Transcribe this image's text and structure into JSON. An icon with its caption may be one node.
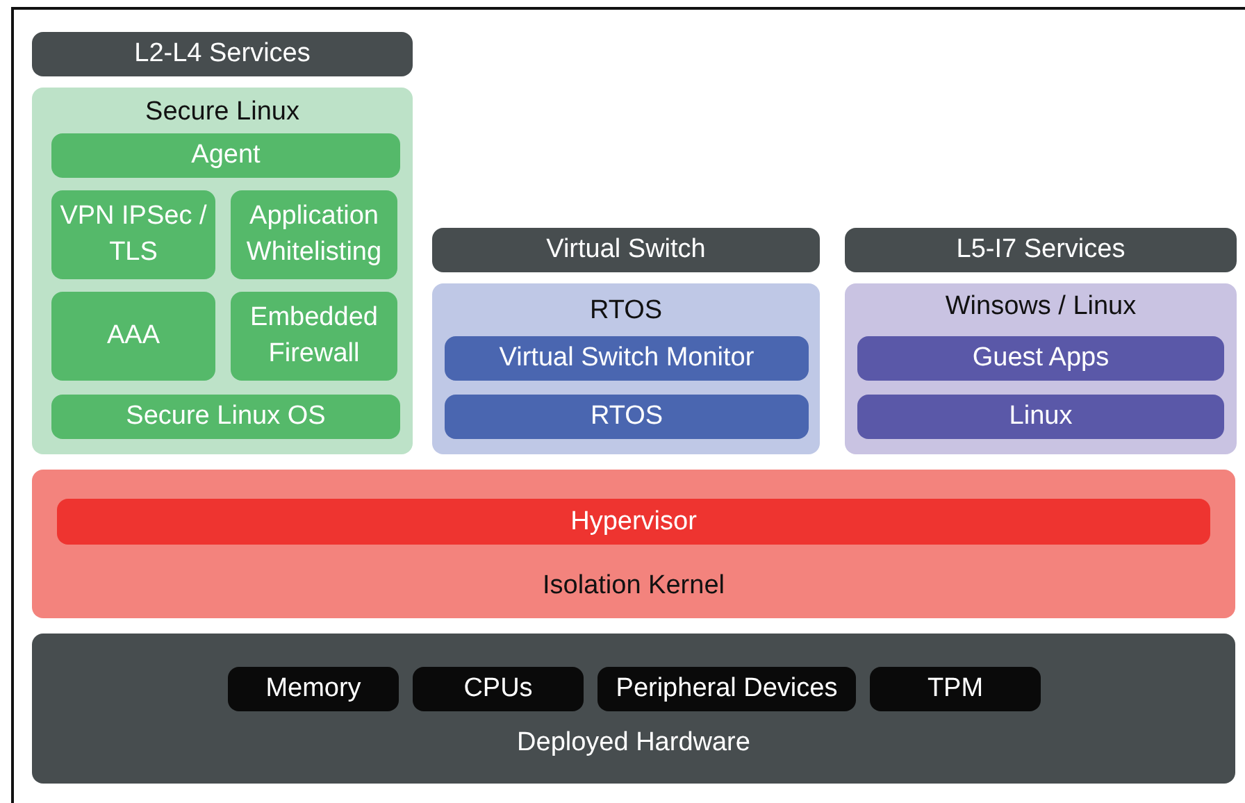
{
  "diagram": {
    "nodes": [
      {
        "text": [
          "L2-L4 Services"
        ]
      },
      {
        "text": [
          "Secure Linux"
        ]
      },
      {
        "text": [
          "Agent"
        ],
        "in": 1
      },
      {
        "text": [
          "VPN IPSec / TLS"
        ],
        "in": 1
      },
      {
        "text": [
          "Application Whitelisting"
        ],
        "in": 1
      },
      {
        "text": [
          "AAA"
        ],
        "in": 1
      },
      {
        "text": [
          "Embedded Firewall"
        ],
        "in": 1
      },
      {
        "text": [
          "Secure Linux OS"
        ],
        "in": 1
      },
      {
        "text": [
          "Virtual Switch"
        ]
      },
      {
        "text": [
          "L5-I7 Services"
        ]
      },
      {
        "text": [
          "RTOS"
        ]
      },
      {
        "text": [
          "Virtual Switch Monitor"
        ],
        "in": 10
      },
      {
        "text": [
          "RTOS"
        ],
        "in": 10
      },
      {
        "text": [
          "Winsows / Linux"
        ]
      },
      {
        "text": [
          "Guest Apps"
        ],
        "in": 13
      },
      {
        "text": [
          "Linux"
        ],
        "in": 13
      },
      {
        "text": [
          "Isolation Kernel"
        ]
      },
      {
        "text": [
          "Hypervisor"
        ],
        "in": 16
      },
      {
        "text": [
          "Deployed Hardware"
        ]
      },
      {
        "text": [
          "Memory"
        ],
        "in": 18
      },
      {
        "text": [
          "CPUs"
        ],
        "in": 18
      },
      {
        "text": [
          "Peripheral Devices"
        ],
        "in": 18
      },
      {
        "text": [
          "TPM"
        ],
        "in": 18
      }
    ]
  }
}
